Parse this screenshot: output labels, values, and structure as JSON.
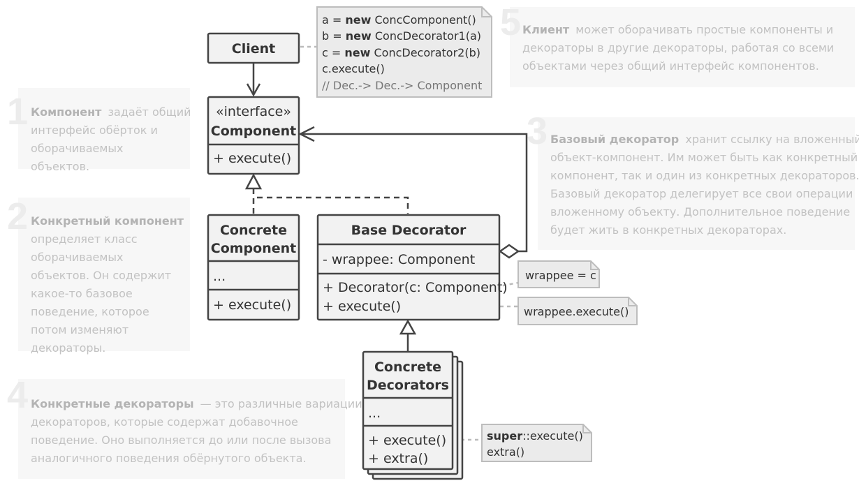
{
  "notes_numbered": [
    {
      "num": "1",
      "bold": "Компонент",
      "lines": [
        "задаёт общий",
        "интерфейс обёрток и",
        "оборачиваемых",
        "объектов."
      ]
    },
    {
      "num": "2",
      "bold": "Конкретный компонент",
      "lines": [
        "определяет класс",
        "оборачиваемых",
        "объектов. Он содержит",
        "какое-то базовое",
        "поведение, которое",
        "потом изменяют",
        "декораторы."
      ]
    },
    {
      "num": "3",
      "bold": "Базовый декоратор",
      "lines": [
        "хранит ссылку на вложенный",
        "объект-компонент. Им может быть как конкретный",
        "компонент, так и один из конкретных декораторов.",
        "Базовый декоратор делегирует все свои операции",
        "вложенному объекту. Дополнительное поведение",
        "будет жить в конкретных декораторах."
      ]
    },
    {
      "num": "4",
      "bold": "Конкретные декораторы",
      "lines": [
        "— это различные вариации",
        "декораторов, которые содержат добавочное",
        "поведение. Оно выполняется до или после вызова",
        "аналогичного поведения обёрнутого объекта."
      ]
    },
    {
      "num": "5",
      "bold": "Клиент",
      "lines": [
        "может оборачивать простые компоненты и",
        "декораторы в другие декораторы, работая со всеми",
        "объектами через общий интерфейс компонентов."
      ]
    }
  ],
  "client": {
    "name": "Client"
  },
  "client_code": [
    {
      "pre": "a = ",
      "kw": "new",
      "post": " ConcComponent()"
    },
    {
      "pre": "b = ",
      "kw": "new",
      "post": " ConcDecorator1(a)"
    },
    {
      "pre": "c = ",
      "kw": "new",
      "post": " ConcDecorator2(b)"
    },
    {
      "pre": "c.execute()",
      "kw": "",
      "post": ""
    },
    {
      "pre": "// Dec.-> Dec.-> Component",
      "kw": "",
      "post": ""
    }
  ],
  "component": {
    "stereotype": "«interface»",
    "name": "Component",
    "method": "+ execute()"
  },
  "concrete_component": {
    "name_line1": "Concrete",
    "name_line2": "Component",
    "fields": "...",
    "method": "+ execute()"
  },
  "base_decorator": {
    "name": "Base Decorator",
    "field": "- wrappee: Component",
    "method1": "+ Decorator(c: Component)",
    "method2": "+ execute()"
  },
  "concrete_decorators": {
    "name_line1": "Concrete",
    "name_line2": "Decorators",
    "fields": "...",
    "method1": "+ execute()",
    "method2": "+ extra()"
  },
  "code_notes": {
    "wrappee_assign": "wrappee = c",
    "wrappee_execute": "wrappee.execute()",
    "super_kw": "super",
    "super_rest": "::execute()",
    "extra": "extra()"
  }
}
